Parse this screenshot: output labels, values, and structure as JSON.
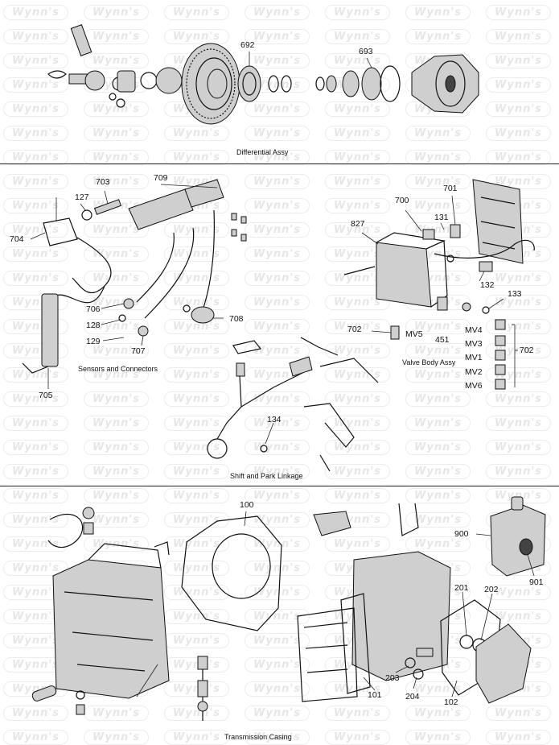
{
  "watermark": {
    "text": "Wynn's"
  },
  "sections": {
    "differential": {
      "caption": "Differential Assy",
      "labels": {
        "n692": "692",
        "n693": "693"
      }
    },
    "sensors": {
      "caption": "Sensors and Connectors",
      "labels": {
        "n703": "703",
        "n709": "709",
        "n127": "127",
        "n704": "704",
        "n706": "706",
        "n128": "128",
        "n129": "129",
        "n707": "707",
        "n708": "708",
        "n705": "705"
      }
    },
    "valve_body": {
      "caption": "Valve Body Assy",
      "labels": {
        "n700": "700",
        "n701": "701",
        "n827": "827",
        "n131": "131",
        "n132": "132",
        "n133": "133",
        "n702a": "702",
        "mv5": "MV5",
        "n451": "451",
        "mv4": "MV4",
        "mv3": "MV3",
        "mv1": "MV1",
        "mv2": "MV2",
        "mv6": "MV6",
        "n702b": "702"
      }
    },
    "shift": {
      "caption": "Shift and Park Linkage",
      "labels": {
        "n134": "134"
      }
    },
    "casing": {
      "caption": "Transmission Casing",
      "labels": {
        "n100": "100",
        "n900": "900",
        "n901": "901",
        "n201": "201",
        "n202": "202",
        "n203": "203",
        "n204": "204",
        "n101": "101",
        "n102": "102"
      }
    }
  }
}
